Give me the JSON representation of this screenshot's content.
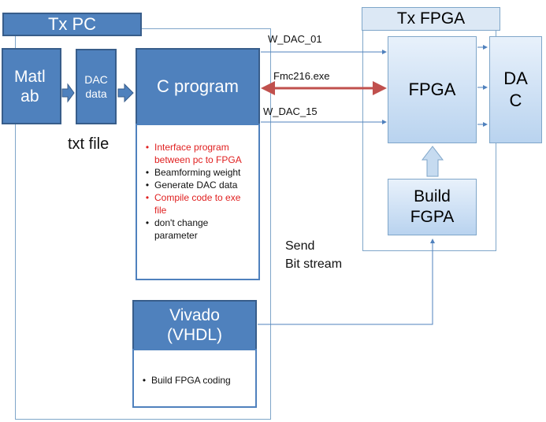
{
  "tx_pc": {
    "title": "Tx PC"
  },
  "tx_fpga": {
    "title": "Tx FPGA"
  },
  "blocks": {
    "matlab": "Matl\nab",
    "dac_data": "DAC\ndata",
    "c_program": "C program",
    "fpga": "FPGA",
    "dac": "DA\nC",
    "build_fpga": "Build\nFGPA",
    "vivado": "Vivado\n(VHDL)"
  },
  "labels": {
    "txt_file": "txt file",
    "w_dac_01": "W_DAC_01",
    "fmc216": "Fmc216.exe",
    "w_dac_15": "W_DAC_15",
    "send_bitstream": "Send\nBit stream"
  },
  "c_program_notes": [
    {
      "text": "Interface program between  pc to FPGA",
      "color": "#e02020"
    },
    {
      "text": "Beamforming weight",
      "color": "#111111"
    },
    {
      "text": "Generate DAC data",
      "color": "#111111"
    },
    {
      "text": "Compile  code to exe file",
      "color": "#e02020"
    },
    {
      "text": "don't change parameter",
      "color": "#111111"
    }
  ],
  "vivado_notes": [
    {
      "text": "Build FPGA coding",
      "color": "#111111"
    }
  ],
  "colors": {
    "accent": "#4f81bd",
    "arrow_red": "#c0504d"
  }
}
